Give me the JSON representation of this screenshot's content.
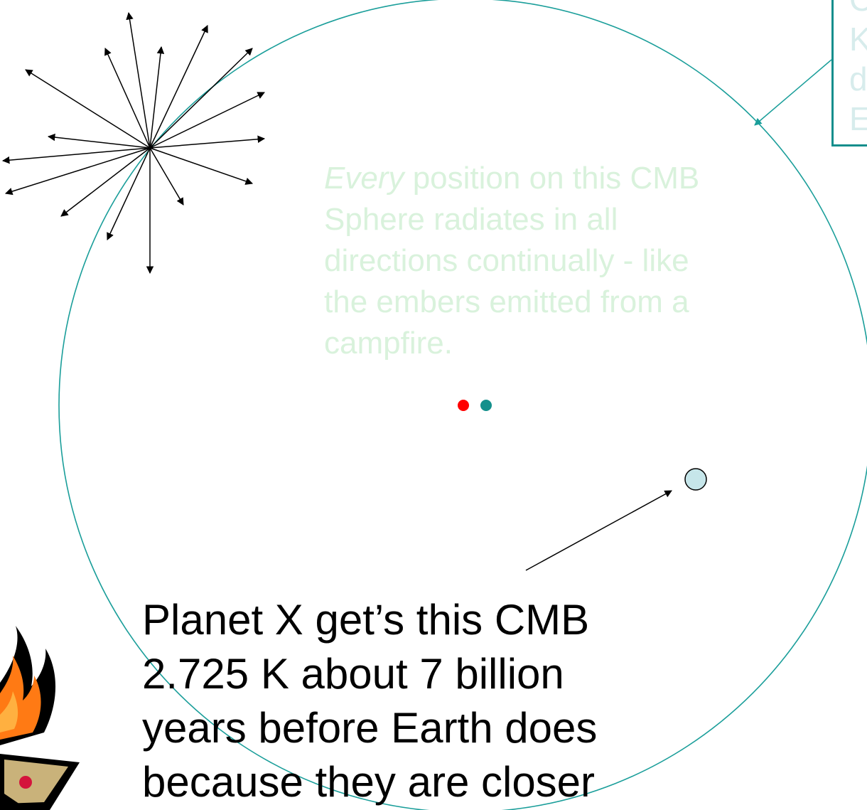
{
  "cmb_text": {
    "lead_word": "Every",
    "line1_rest": " position on this CMB",
    "line2": "Sphere radiates in all",
    "line3": "directions continually  - like",
    "line4": "the embers emitted from a",
    "line5": "campfire."
  },
  "planet_text": {
    "line1": "Planet X get’s this CMB",
    "line2": "2.725 K about 7 billion",
    "line3": "years before Earth does",
    "line4": "because they are closer"
  },
  "callout": {
    "lines": [
      "C",
      "K",
      "d",
      "E"
    ]
  },
  "colors": {
    "sphere": "#1a9e9a",
    "faint_text": "#d9f2dc",
    "red_dot": "#ff0000",
    "teal_dot": "#14908c",
    "planet_fill": "#c6e6ea",
    "arrows": "#000000",
    "fire_orange": "#ff7a14",
    "fire_red": "#d4143c"
  },
  "icons": {
    "burst": "radiating-arrows-icon",
    "planet": "planet-x-icon",
    "campfire": "campfire-icon"
  }
}
